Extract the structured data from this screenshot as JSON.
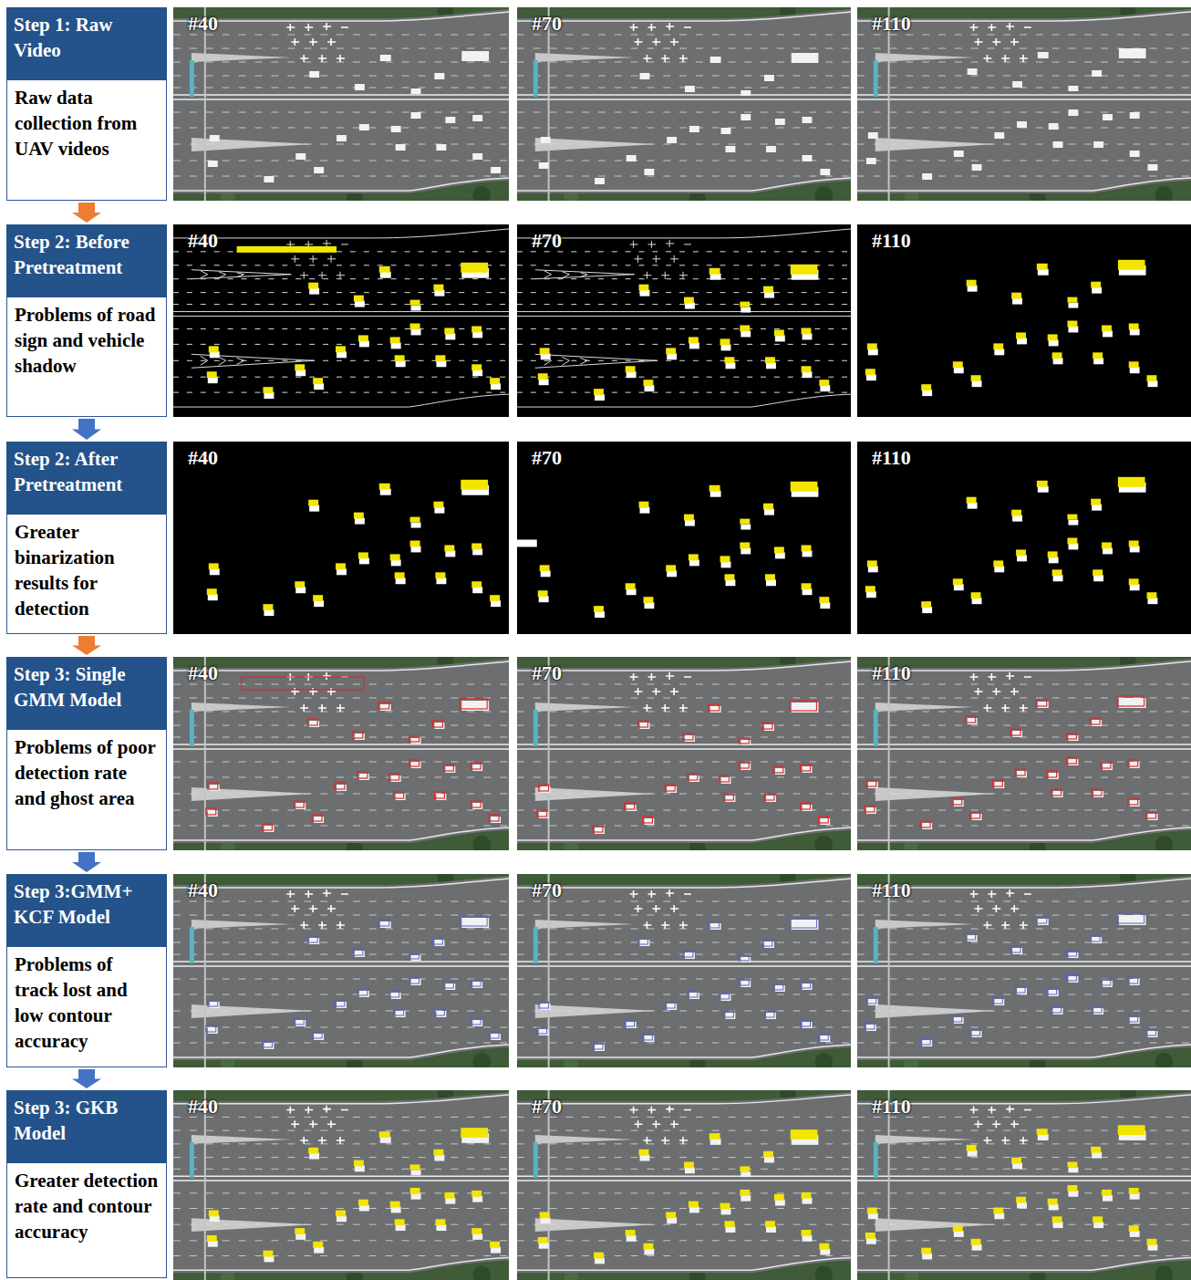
{
  "diagram": {
    "nodes": [
      {
        "text": [
          "Step 1: Raw Video",
          "Raw data collection from UAV videos"
        ]
      },
      {
        "text": [
          "Step 2: Before Pretreatment",
          "Problems of road sign and vehicle shadow"
        ]
      },
      {
        "text": [
          "Step 2: After Pretreatment",
          "Greater binarization results for detection"
        ]
      },
      {
        "text": [
          "Step 3: Single GMM Model",
          "Problems of poor detection rate and ghost area"
        ]
      },
      {
        "text": [
          "Step 3:GMM+ KCF Model",
          "Problems of track lost and low contour accuracy"
        ]
      },
      {
        "text": [
          "Step 3: GKB Model",
          "Greater detection rate and contour accuracy"
        ]
      }
    ],
    "edges": [
      {
        "from": 0,
        "to": 1,
        "arrow": "to"
      },
      {
        "from": 1,
        "to": 2,
        "arrow": "to"
      },
      {
        "from": 2,
        "to": 3,
        "arrow": "to"
      },
      {
        "from": 3,
        "to": 4,
        "arrow": "to"
      },
      {
        "from": 4,
        "to": 5,
        "arrow": "to"
      }
    ],
    "labels": [
      "#40",
      "#70",
      "#110",
      "#40",
      "#70",
      "#110",
      "#40",
      "#70",
      "#110",
      "#40",
      "#70",
      "#110",
      "#40",
      "#70",
      "#110",
      "#40",
      "#70",
      "#110"
    ]
  }
}
